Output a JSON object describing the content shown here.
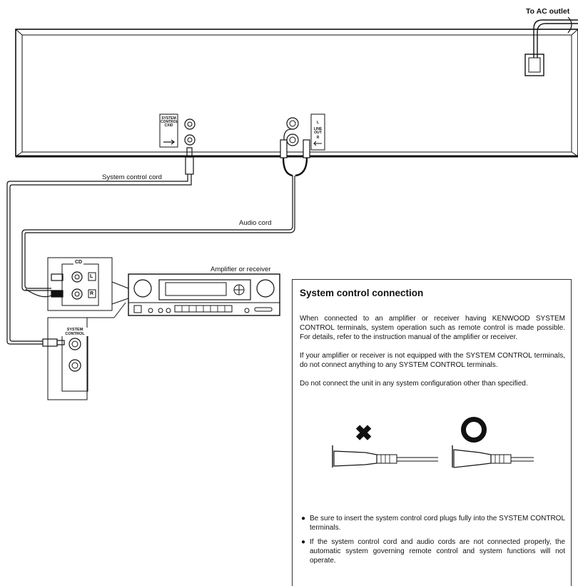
{
  "labels": {
    "ac_outlet": "To AC outlet",
    "system_control_cord": "System control cord",
    "audio_cord": "Audio cord",
    "amplifier": "Amplifier or receiver"
  },
  "rear_panel": {
    "system_control_tag": [
      "SYSTEM",
      "CONTROL",
      "CXID"
    ],
    "line_out": {
      "l": "L",
      "line": "LINE",
      "out": "OUT",
      "r": "R"
    }
  },
  "amp_jacks": {
    "cd": "CD",
    "l": "L",
    "r": "R",
    "system_control": [
      "SYSTEM",
      "CONTROL"
    ]
  },
  "note": {
    "title": "System control connection",
    "paragraph1": "When connected to an amplifier or receiver having KENWOOD SYSTEM CONTROL terminals, system operation such as remote control is made possible. For details, refer to the instruction manual of the amplifier or receiver.",
    "paragraph2": "If your amplifier or receiver is not equipped with the SYSTEM CONTROL terminals, do not connect anything to any SYSTEM CONTROL terminals.",
    "paragraph3": "Do not connect the unit in any system configuration other than specified.",
    "bullets": [
      "Be sure to insert the system control cord plugs fully into the SYSTEM CONTROL terminals.",
      "If the system control cord and audio cords are not connected properly, the automatic system governing remote control and system functions will not operate."
    ],
    "wrong_mark": "✖",
    "correct_mark": "○"
  }
}
